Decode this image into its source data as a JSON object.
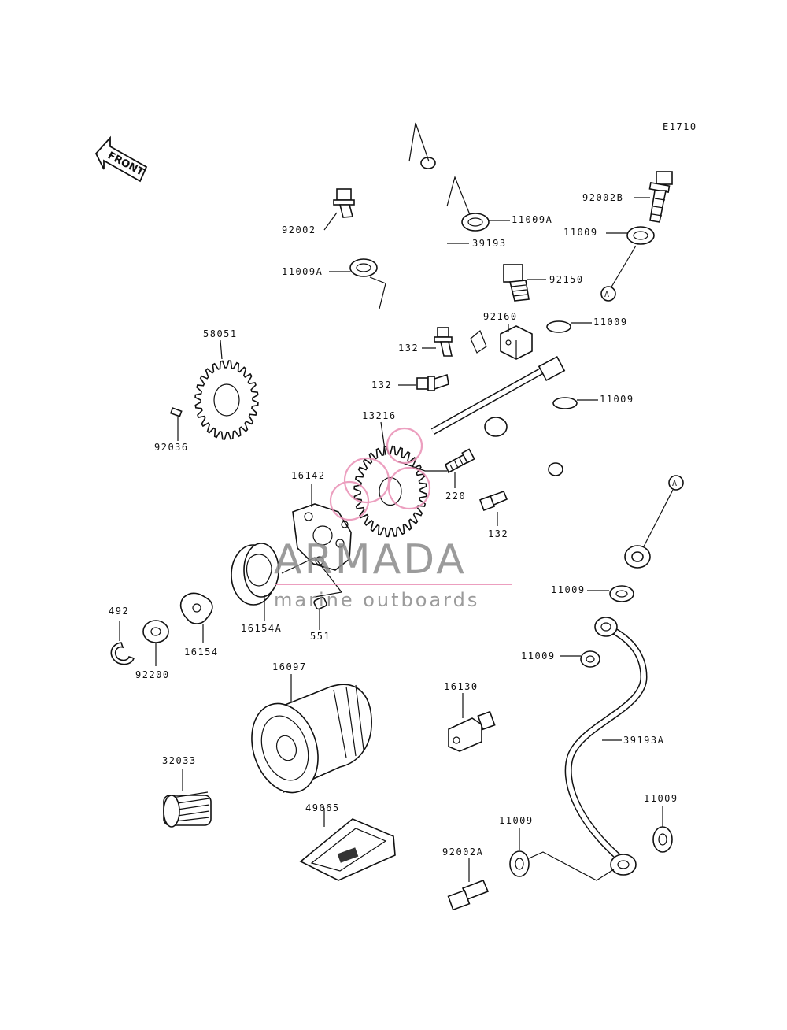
{
  "diagram_code": "E1710",
  "front_label": "FRONT",
  "brand": {
    "name": "ARMADA",
    "tagline": "marine outboards",
    "accent": "#e98fb5",
    "text_color": "#8a8a8a"
  },
  "callouts": {
    "p92002B": "92002B",
    "p11009A_top": "11009A",
    "p11009_r1": "11009",
    "p92002": "92002",
    "p39193": "39193",
    "p11009A_left": "11009A",
    "p92150": "92150",
    "circle_a_top": "A",
    "p92160": "92160",
    "p11009_r2": "11009",
    "p58051": "58051",
    "p132_a": "132",
    "p132_b": "132",
    "p11009_r3": "11009",
    "p92036": "92036",
    "p13216": "13216",
    "p220": "220",
    "circle_a_mid": "A",
    "p16142": "16142",
    "p132_c": "132",
    "p492": "492",
    "p11009_r4": "11009",
    "p16154A": "16154A",
    "p551": "551",
    "p92200": "92200",
    "p16154": "16154",
    "p11009_r5": "11009",
    "p16097": "16097",
    "p16130": "16130",
    "p39193A": "39193A",
    "p32033": "32033",
    "p49065": "49065",
    "p11009_r6": "11009",
    "p11009_r7": "11009",
    "p92002A": "92002A"
  }
}
